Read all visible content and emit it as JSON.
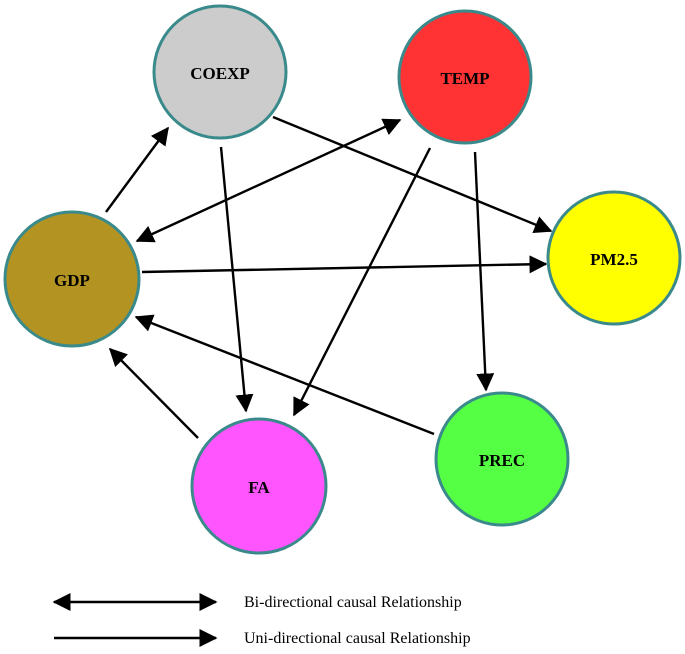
{
  "nodes": {
    "coexp": {
      "label": "COEXP",
      "color": "#cccccc"
    },
    "temp": {
      "label": "TEMP",
      "color": "#ff3333"
    },
    "gdp": {
      "label": "GDP",
      "color": "#b39322"
    },
    "pm25": {
      "label": "PM2.5",
      "color": "#ffff00"
    },
    "fa": {
      "label": "FA",
      "color": "#ff55ff"
    },
    "prec": {
      "label": "PREC",
      "color": "#55ff44"
    }
  },
  "node_border_color": "#3a8a8c",
  "edges": [
    {
      "from": "GDP",
      "to": "COEXP",
      "type": "uni-directional"
    },
    {
      "from": "COEXP",
      "to": "PM2.5",
      "type": "uni-directional"
    },
    {
      "from": "COEXP",
      "to": "FA",
      "type": "uni-directional"
    },
    {
      "from": "TEMP",
      "to": "GDP",
      "type": "bi-directional"
    },
    {
      "from": "TEMP",
      "to": "FA",
      "type": "uni-directional"
    },
    {
      "from": "TEMP",
      "to": "PREC",
      "type": "uni-directional"
    },
    {
      "from": "GDP",
      "to": "PM2.5",
      "type": "uni-directional"
    },
    {
      "from": "FA",
      "to": "GDP",
      "type": "uni-directional"
    },
    {
      "from": "PREC",
      "to": "GDP",
      "type": "uni-directional"
    }
  ],
  "legend": {
    "bi_label": "Bi-directional causal Relationship",
    "uni_label": "Uni-directional causal Relationship"
  }
}
